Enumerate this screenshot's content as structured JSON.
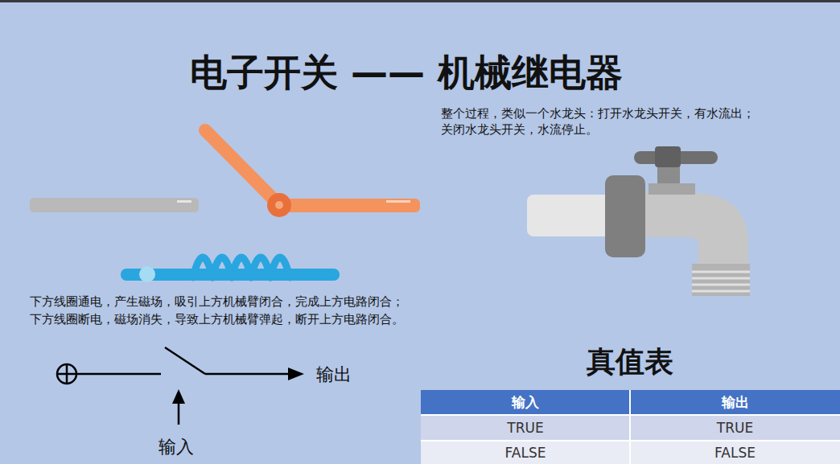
{
  "diagram": {
    "title": "电子开关 —— 机械继电器",
    "labels": [
      "整个过程，类似一个水龙头：打开水龙头开关，有水流出；",
      "关闭水龙头开关，水流停止。",
      "下方线圈通电，产生磁场，吸引上方机械臂闭合，完成上方电路闭合；",
      "下方线圈断电，磁场消失，导致上方机械臂弹起，断开上方电路闭合。",
      "输出",
      "输入",
      "真值表",
      "输入",
      "输出",
      "TRUE",
      "TRUE",
      "FALSE",
      "FALSE"
    ]
  }
}
